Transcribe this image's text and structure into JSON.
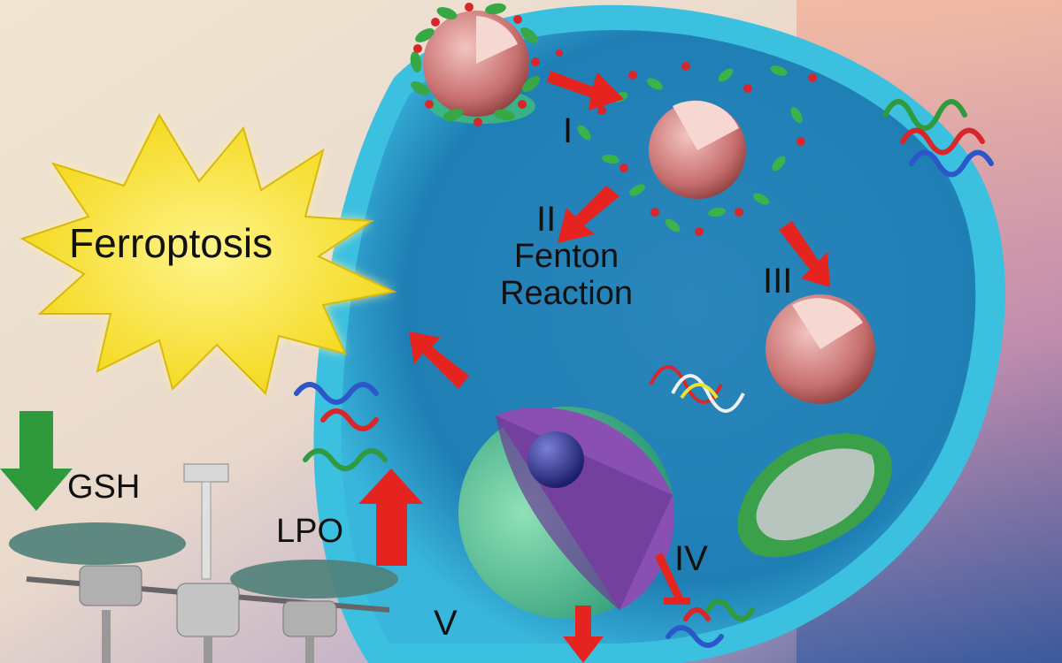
{
  "labels": {
    "burst": "Ferroptosis",
    "step1": "I",
    "step2": "II",
    "fenton_line1": "Fenton",
    "fenton_line2": "Reaction",
    "step3": "III",
    "step4": "IV",
    "step5": "V",
    "gsh": "GSH",
    "lpo": "LPO"
  },
  "colors": {
    "cell": "#2aa3cf",
    "cell_inner": "#1b78a8",
    "burst": "#f5e11a",
    "arrow_red": "#e52420",
    "arrow_green": "#2e9a3c",
    "nanoparticle": "#d77a7a",
    "nucleus": "#7a3fa3",
    "mitochondrion": "#3aa14a"
  }
}
